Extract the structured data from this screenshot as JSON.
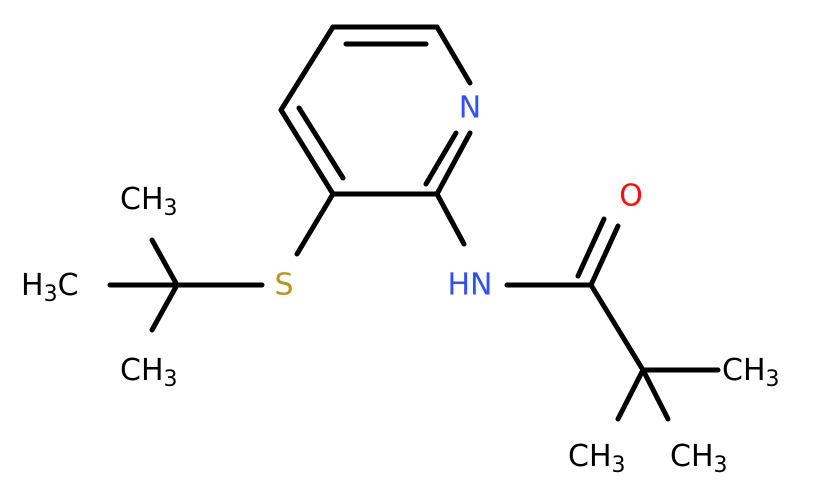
{
  "molecule": {
    "colors": {
      "bond": "#000000",
      "carbon_label": "#000000",
      "nitrogen": "#3050F8",
      "oxygen": "#FF0D0D",
      "sulfur": "#B8961E"
    },
    "atoms": {
      "pyridine_n": {
        "main": "N"
      },
      "amide_nh": {
        "main": "HN"
      },
      "carbonyl_o": {
        "main": "O"
      },
      "thioether_s": {
        "main": "S"
      },
      "methyl_top": {
        "main": "CH",
        "sub": "3"
      },
      "methyl_left": {
        "pre": "H",
        "presub": "3",
        "main": "C"
      },
      "methyl_bottom": {
        "main": "CH",
        "sub": "3"
      },
      "methyl_right": {
        "main": "CH",
        "sub": "3"
      },
      "methyl_br1": {
        "main": "CH",
        "sub": "3"
      },
      "methyl_br2": {
        "main": "CH",
        "sub": "3"
      }
    }
  }
}
